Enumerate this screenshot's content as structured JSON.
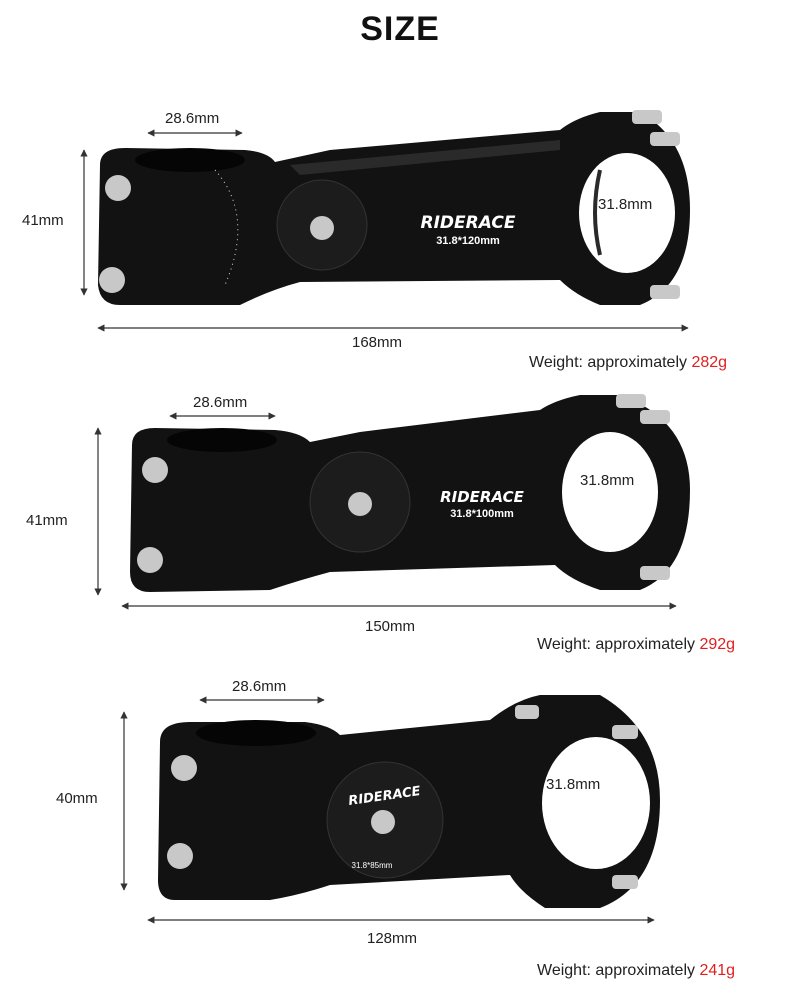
{
  "title": "SIZE",
  "products": [
    {
      "brand": "RIDERACE",
      "model_label": "31.8*120mm",
      "clamp_diameter": "28.6mm",
      "bar_clamp": "31.8mm",
      "height": "41mm",
      "length": "168mm",
      "weight_prefix": "Weight: approximately ",
      "weight_value": "282g"
    },
    {
      "brand": "RIDERACE",
      "model_label": "31.8*100mm",
      "clamp_diameter": "28.6mm",
      "bar_clamp": "31.8mm",
      "height": "41mm",
      "length": "150mm",
      "weight_prefix": "Weight: approximately ",
      "weight_value": "292g"
    },
    {
      "brand": "RIDERACE",
      "model_label": "31.8*85mm",
      "clamp_diameter": "28.6mm",
      "bar_clamp": "31.8mm",
      "height": "40mm",
      "length": "128mm",
      "weight_prefix": "Weight: approximately ",
      "weight_value": "241g"
    }
  ],
  "colors": {
    "stem_body": "#121212",
    "highlight": "#2a2a2a",
    "bolt": "#c8c8c8",
    "weight_value": "#e02020",
    "dimension_line": "#333333"
  }
}
